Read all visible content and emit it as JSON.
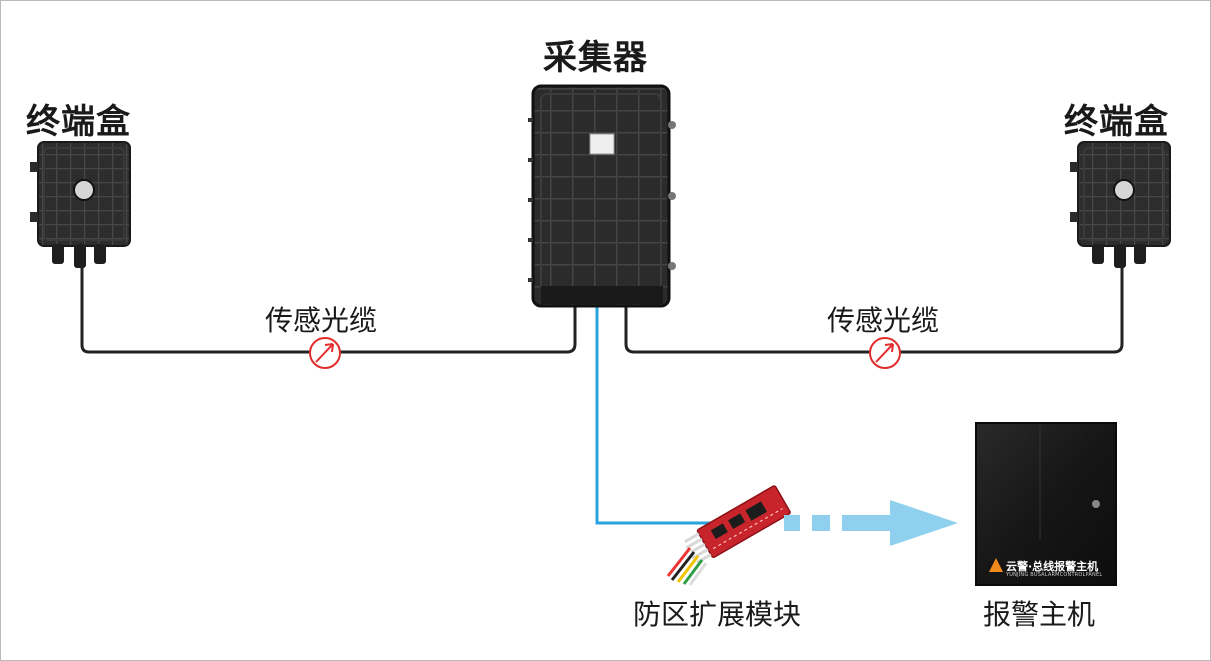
{
  "labels": {
    "collector": "采集器",
    "terminal_left": "终端盒",
    "terminal_right": "终端盒",
    "cable_left": "传感光缆",
    "cable_right": "传感光缆",
    "zone_module": "防区扩展模块",
    "alarm_host": "报警主机"
  },
  "alarm_panel": {
    "brand": "云警·总线报警主机",
    "brand_sub": "YUNJING BUSALARMCONTROLPANEL"
  },
  "colors": {
    "fiber_cable": "#222222",
    "bus_line": "#29a3dc",
    "arrow": "#8fd0ef",
    "alarm_marker": "#e32b2b",
    "module_board": "#c8242b",
    "enclosure": "#2b2b2b",
    "panel": "#1c1c1c"
  }
}
